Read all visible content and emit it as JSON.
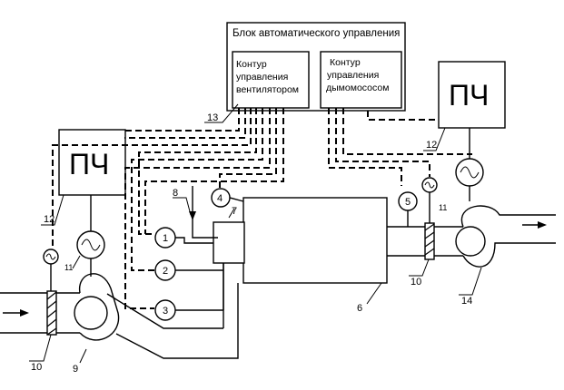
{
  "control_block": {
    "title": "Блок автоматического управления",
    "fan_loop": [
      "Контур",
      "управления",
      "вентилятором"
    ],
    "exhauster_loop": [
      "Контур",
      "управления",
      "дымомососом"
    ]
  },
  "converters": {
    "left": "ПЧ",
    "right": "ПЧ"
  },
  "sensors": [
    "1",
    "2",
    "3",
    "4",
    "5"
  ],
  "callouts": {
    "boiler": "6",
    "burner": "7",
    "fuel": "8",
    "fan": "9",
    "damper_left": "10",
    "damper_right": "10",
    "motor_left": "11",
    "motor_right": "11",
    "pch_left": "12",
    "pch_right": "12",
    "cable": "13",
    "exhauster": "14"
  }
}
